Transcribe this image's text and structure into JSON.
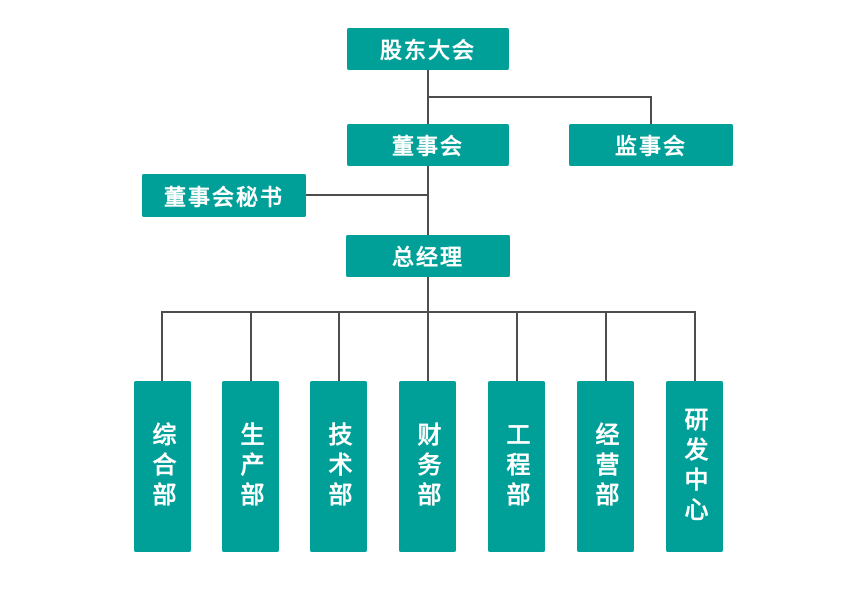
{
  "diagram": {
    "type": "org-chart",
    "nodes": {
      "shareholders": "股东大会",
      "board": "董事会",
      "supervisory": "监事会",
      "secretary": "董事会秘书",
      "general_manager": "总经理",
      "departments": [
        "综合部",
        "生产部",
        "技术部",
        "财务部",
        "工程部",
        "经营部",
        "研发中心"
      ]
    },
    "colors": {
      "node_fill": "#00A099",
      "node_text": "#FFFFFF",
      "connector_line": "#4D4D4D",
      "background": "#FFFFFF"
    },
    "layout_hint": "shareholders on top; board and supervisory below; secretary attached left of board-to-gm line; general manager above seven vertical department boxes"
  }
}
